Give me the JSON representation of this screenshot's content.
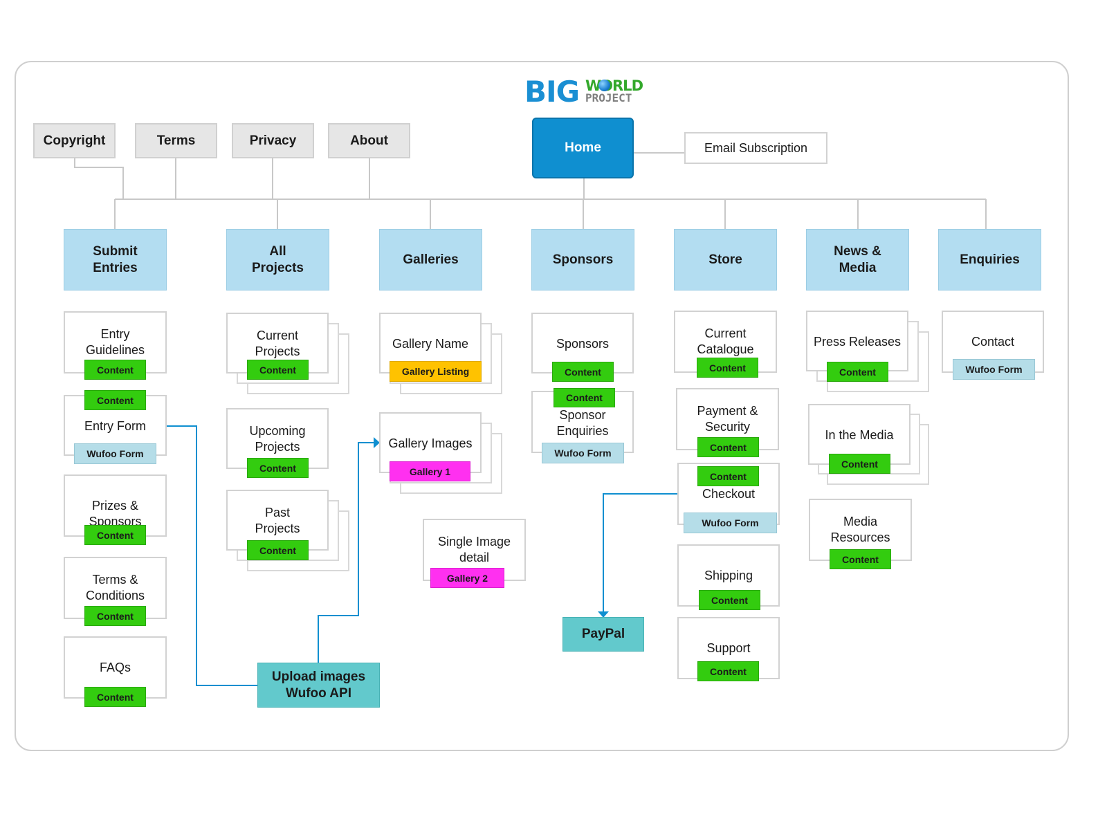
{
  "logo": {
    "big": "BIG",
    "world": "WORLD",
    "project": "PROJECT"
  },
  "footer_links": [
    "Copyright",
    "Terms",
    "Privacy",
    "About"
  ],
  "home": "Home",
  "email_subscription": "Email Subscription",
  "categories": [
    "Submit\nEntries",
    "All\nProjects",
    "Galleries",
    "Sponsors",
    "Store",
    "News &\nMedia",
    "Enquiries"
  ],
  "submit_entries": {
    "entry_guidelines": "Entry\nGuidelines",
    "entry_form": "Entry Form",
    "prizes_sponsors": "Prizes & Sponsors",
    "terms_conditions": "Terms &\nConditions",
    "faqs": "FAQs"
  },
  "all_projects": {
    "current": "Current\nProjects",
    "upcoming": "Upcoming\nProjects",
    "past": "Past\nProjects"
  },
  "galleries": {
    "gallery_name": "Gallery Name",
    "gallery_images": "Gallery Images",
    "single_image": "Single Image\ndetail"
  },
  "sponsors": {
    "sponsors": "Sponsors",
    "sponsor_enquiries": "Sponsor\nEnquiries"
  },
  "store": {
    "catalogue": "Current\nCatalogue",
    "payment": "Payment &\nSecurity",
    "checkout": "Checkout",
    "shipping": "Shipping",
    "support": "Support"
  },
  "news_media": {
    "press": "Press Releases",
    "in_media": "In the Media",
    "resources": "Media\nResources"
  },
  "enquiries": {
    "contact": "Contact"
  },
  "tags": {
    "content": "Content",
    "wufoo": "Wufoo Form",
    "gallery_listing": "Gallery Listing",
    "gallery1": "Gallery 1",
    "gallery2": "Gallery 2"
  },
  "external": {
    "upload": "Upload images\nWufoo API",
    "paypal": "PayPal"
  },
  "colors": {
    "home": "#0f8fd0",
    "category": "#b3ddf1",
    "content_tag": "#33cc0f",
    "wufoo_tag": "#b5dde8",
    "gallery_listing_tag": "#ffc200",
    "gallery_tag": "#ff30f0",
    "external": "#62c9cc",
    "connector": "#0f8fd0"
  }
}
